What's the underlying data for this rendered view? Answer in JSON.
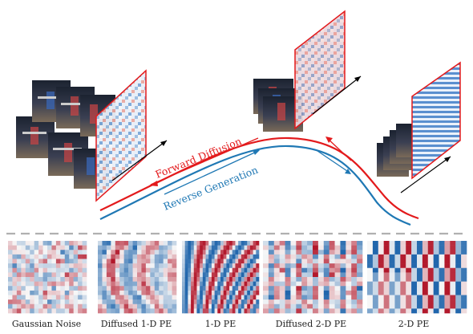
{
  "diagram": {
    "labels": {
      "forward": "Forward Diffusion",
      "reverse": "Reverse Generation"
    },
    "colors": {
      "forward": "#e31a1c",
      "reverse": "#1f78b4",
      "frame_border": "#e31a1c",
      "separator": "#b0b0b0",
      "heat_red": "#b2182b",
      "heat_white": "#f7f7f7",
      "heat_blue": "#2166ac"
    },
    "panels": [
      {
        "id": "gaussian-noise",
        "label": "Gaussian Noise"
      },
      {
        "id": "diffused-1d-pe",
        "label": "Diffused 1-D PE"
      },
      {
        "id": "1d-pe",
        "label": "1-D PE"
      },
      {
        "id": "diffused-2d-pe",
        "label": "Diffused 2-D PE"
      },
      {
        "id": "2d-pe",
        "label": "2-D PE"
      }
    ]
  }
}
